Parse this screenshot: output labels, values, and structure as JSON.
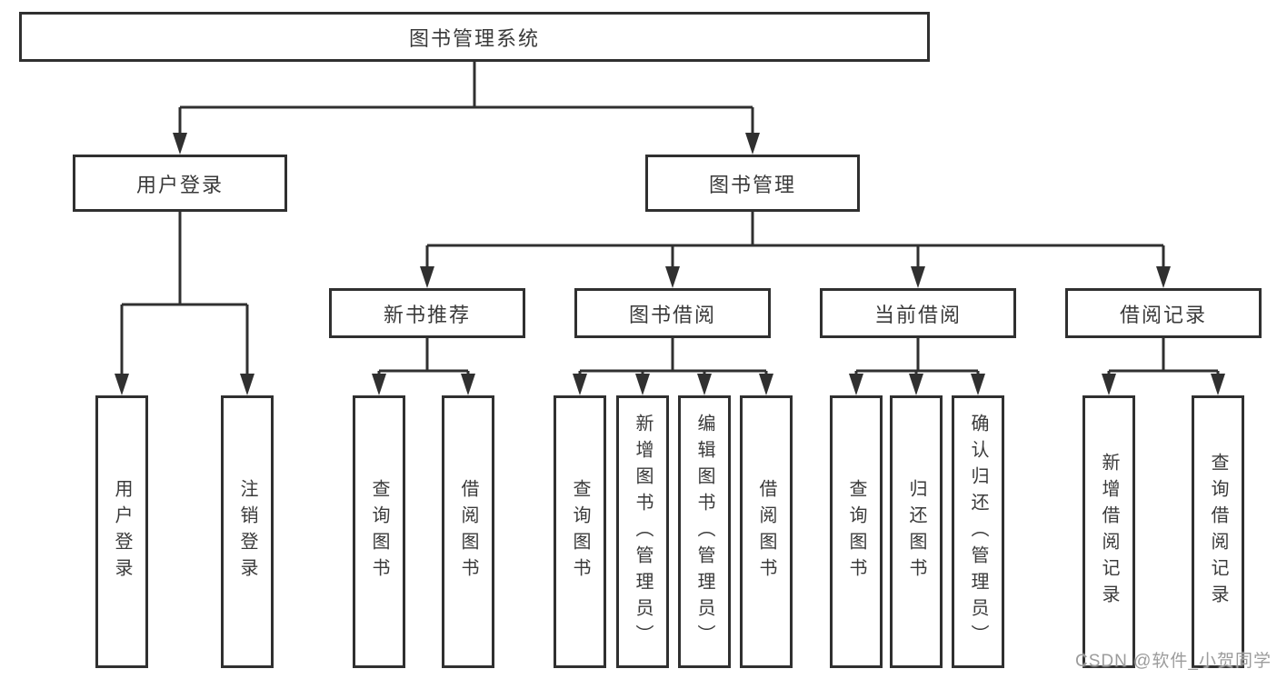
{
  "tree": {
    "root": {
      "label": "图书管理系统",
      "children": [
        {
          "label": "用户登录",
          "children": [
            {
              "label": "用户登录"
            },
            {
              "label": "注销登录"
            }
          ]
        },
        {
          "label": "图书管理",
          "children": [
            {
              "label": "新书推荐",
              "children": [
                {
                  "label": "查询图书"
                },
                {
                  "label": "借阅图书"
                }
              ]
            },
            {
              "label": "图书借阅",
              "children": [
                {
                  "label": "查询图书"
                },
                {
                  "label": "新增图书（管理员）"
                },
                {
                  "label": "编辑图书（管理员）"
                },
                {
                  "label": "借阅图书"
                }
              ]
            },
            {
              "label": "当前借阅",
              "children": [
                {
                  "label": "查询图书"
                },
                {
                  "label": "归还图书"
                },
                {
                  "label": "确认归还（管理员）"
                }
              ]
            },
            {
              "label": "借阅记录",
              "children": [
                {
                  "label": "新增借阅记录"
                },
                {
                  "label": "查询借阅记录"
                }
              ]
            }
          ]
        }
      ]
    }
  },
  "watermark": "CSDN @软件_小贺同学",
  "colors": {
    "line": "#303030",
    "text": "#3a3a3a",
    "watermark": "#9c9c9c",
    "background": "#ffffff"
  }
}
